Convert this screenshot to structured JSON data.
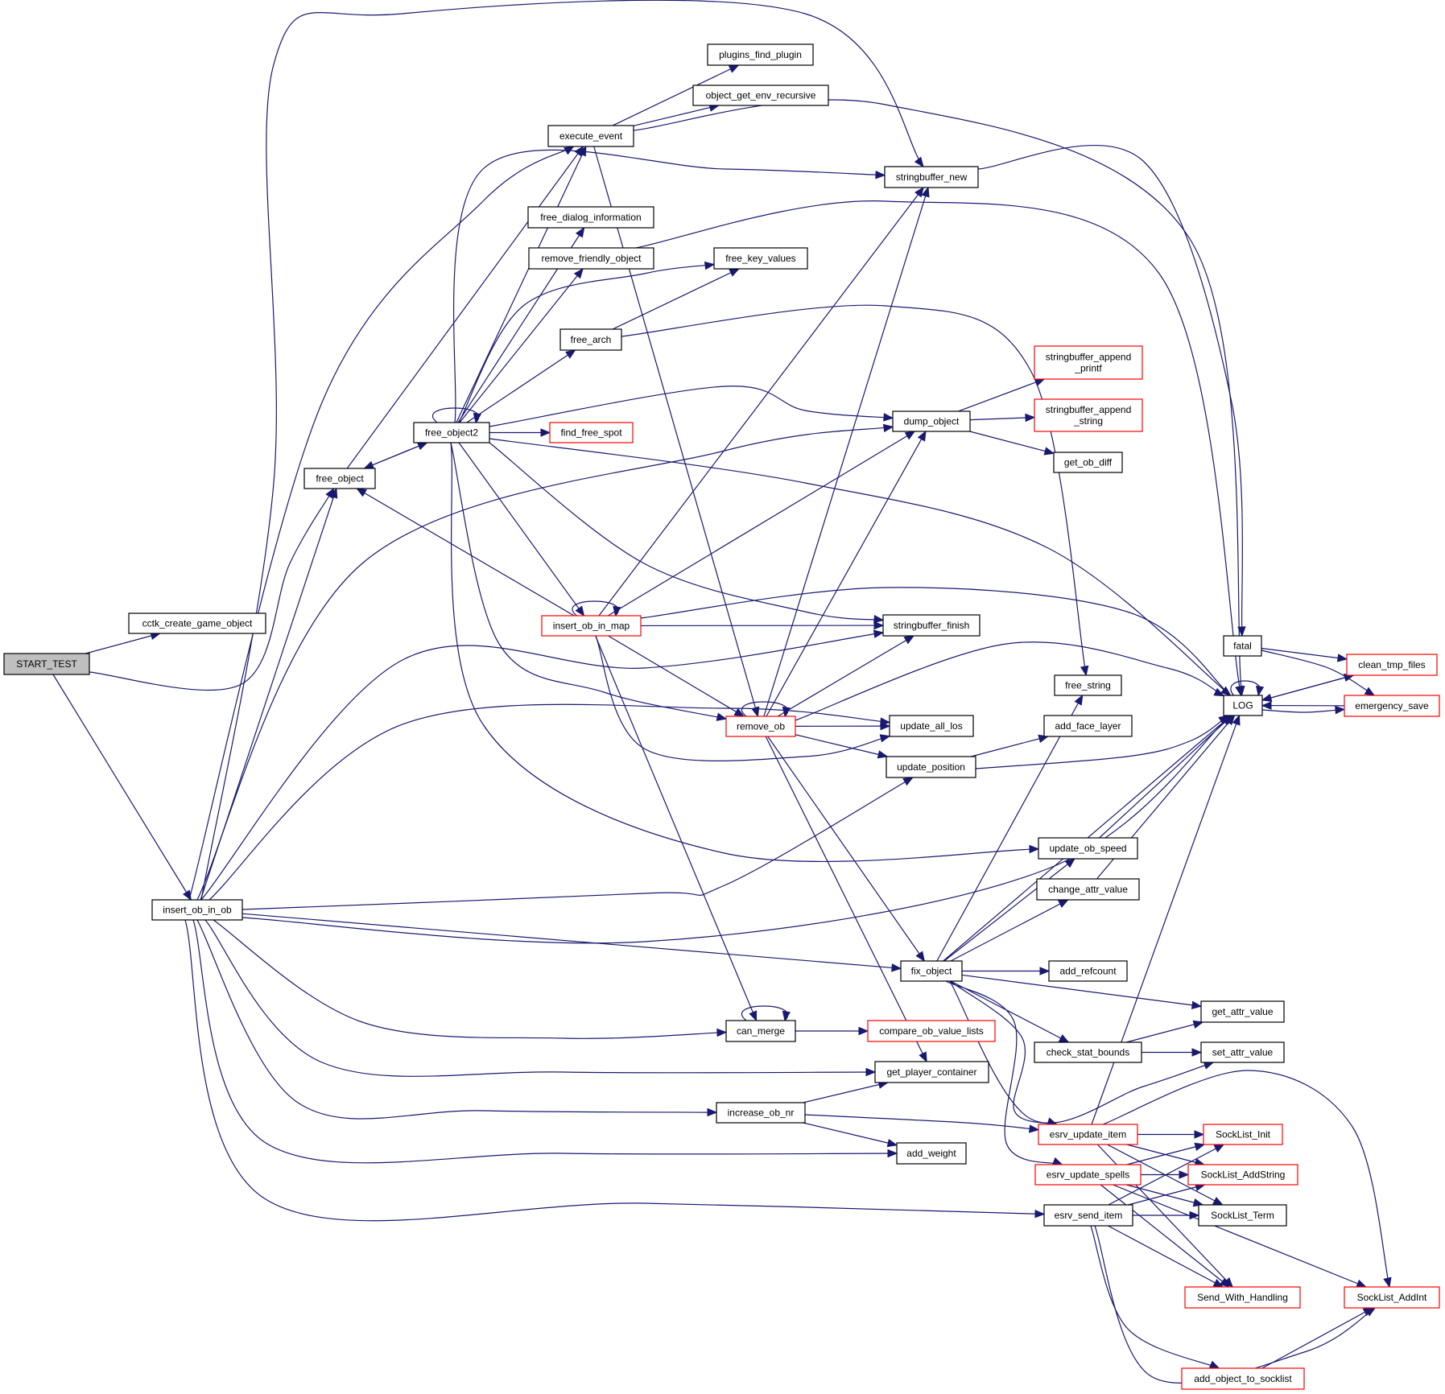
{
  "title": "Call graph of START_TEST",
  "colors": {
    "edge": "#191970",
    "root_fill": "#bfbfbf",
    "external_border": "#ff0000",
    "node_border": "#000000"
  },
  "nodes": [
    {
      "id": "START_TEST",
      "label": "START_TEST",
      "kind": "root"
    },
    {
      "id": "cctk_create_game_object",
      "label": "cctk_create_game_object",
      "kind": "normal"
    },
    {
      "id": "insert_ob_in_ob",
      "label": "insert_ob_in_ob",
      "kind": "normal"
    },
    {
      "id": "free_object",
      "label": "free_object",
      "kind": "normal"
    },
    {
      "id": "free_object2",
      "label": "free_object2",
      "kind": "normal"
    },
    {
      "id": "execute_event",
      "label": "execute_event",
      "kind": "normal"
    },
    {
      "id": "plugins_find_plugin",
      "label": "plugins_find_plugin",
      "kind": "normal"
    },
    {
      "id": "object_get_env_recursive",
      "label": "object_get_env_recursive",
      "kind": "normal"
    },
    {
      "id": "free_dialog_information",
      "label": "free_dialog_information",
      "kind": "normal"
    },
    {
      "id": "remove_friendly_object",
      "label": "remove_friendly_object",
      "kind": "normal"
    },
    {
      "id": "free_key_values",
      "label": "free_key_values",
      "kind": "normal"
    },
    {
      "id": "free_arch",
      "label": "free_arch",
      "kind": "normal"
    },
    {
      "id": "find_free_spot",
      "label": "find_free_spot",
      "kind": "external"
    },
    {
      "id": "insert_ob_in_map",
      "label": "insert_ob_in_map",
      "kind": "external"
    },
    {
      "id": "remove_ob",
      "label": "remove_ob",
      "kind": "external"
    },
    {
      "id": "can_merge",
      "label": "can_merge",
      "kind": "normal"
    },
    {
      "id": "compare_ob_value_lists",
      "label": "compare_ob_value_lists",
      "kind": "external"
    },
    {
      "id": "get_player_container",
      "label": "get_player_container",
      "kind": "normal"
    },
    {
      "id": "increase_ob_nr",
      "label": "increase_ob_nr",
      "kind": "normal"
    },
    {
      "id": "add_weight",
      "label": "add_weight",
      "kind": "normal"
    },
    {
      "id": "stringbuffer_new",
      "label": "stringbuffer_new",
      "kind": "normal"
    },
    {
      "id": "dump_object",
      "label": "dump_object",
      "kind": "normal"
    },
    {
      "id": "stringbuffer_finish",
      "label": "stringbuffer_finish",
      "kind": "normal"
    },
    {
      "id": "update_all_los",
      "label": "update_all_los",
      "kind": "normal"
    },
    {
      "id": "update_position",
      "label": "update_position",
      "kind": "normal"
    },
    {
      "id": "fix_object",
      "label": "fix_object",
      "kind": "normal"
    },
    {
      "id": "stringbuffer_append_printf",
      "label": "stringbuffer_append\n_printf",
      "kind": "external"
    },
    {
      "id": "stringbuffer_append_string",
      "label": "stringbuffer_append\n_string",
      "kind": "external"
    },
    {
      "id": "get_ob_diff",
      "label": "get_ob_diff",
      "kind": "normal"
    },
    {
      "id": "free_string",
      "label": "free_string",
      "kind": "normal"
    },
    {
      "id": "add_face_layer",
      "label": "add_face_layer",
      "kind": "normal"
    },
    {
      "id": "update_ob_speed",
      "label": "update_ob_speed",
      "kind": "normal"
    },
    {
      "id": "change_attr_value",
      "label": "change_attr_value",
      "kind": "normal"
    },
    {
      "id": "add_refcount",
      "label": "add_refcount",
      "kind": "normal"
    },
    {
      "id": "check_stat_bounds",
      "label": "check_stat_bounds",
      "kind": "normal"
    },
    {
      "id": "esrv_update_item",
      "label": "esrv_update_item",
      "kind": "external"
    },
    {
      "id": "esrv_update_spells",
      "label": "esrv_update_spells",
      "kind": "external"
    },
    {
      "id": "esrv_send_item",
      "label": "esrv_send_item",
      "kind": "normal"
    },
    {
      "id": "LOG",
      "label": "LOG",
      "kind": "normal"
    },
    {
      "id": "fatal",
      "label": "fatal",
      "kind": "normal"
    },
    {
      "id": "clean_tmp_files",
      "label": "clean_tmp_files",
      "kind": "external"
    },
    {
      "id": "emergency_save",
      "label": "emergency_save",
      "kind": "external"
    },
    {
      "id": "get_attr_value",
      "label": "get_attr_value",
      "kind": "normal"
    },
    {
      "id": "set_attr_value",
      "label": "set_attr_value",
      "kind": "normal"
    },
    {
      "id": "SockList_Init",
      "label": "SockList_Init",
      "kind": "external"
    },
    {
      "id": "SockList_AddString",
      "label": "SockList_AddString",
      "kind": "external"
    },
    {
      "id": "SockList_Term",
      "label": "SockList_Term",
      "kind": "normal"
    },
    {
      "id": "Send_With_Handling",
      "label": "Send_With_Handling",
      "kind": "external"
    },
    {
      "id": "SockList_AddInt",
      "label": "SockList_AddInt",
      "kind": "external"
    },
    {
      "id": "add_object_to_socklist",
      "label": "add_object_to_socklist",
      "kind": "external"
    }
  ],
  "edges": [
    [
      "START_TEST",
      "cctk_create_game_object"
    ],
    [
      "START_TEST",
      "free_object"
    ],
    [
      "START_TEST",
      "insert_ob_in_ob"
    ],
    [
      "free_object",
      "free_object2"
    ],
    [
      "free_object",
      "execute_event"
    ],
    [
      "free_object2",
      "free_object"
    ],
    [
      "free_object2",
      "free_object2"
    ],
    [
      "free_object2",
      "execute_event"
    ],
    [
      "free_object2",
      "stringbuffer_new"
    ],
    [
      "free_object2",
      "free_dialog_information"
    ],
    [
      "free_object2",
      "remove_friendly_object"
    ],
    [
      "free_object2",
      "free_key_values"
    ],
    [
      "free_object2",
      "free_arch"
    ],
    [
      "free_object2",
      "find_free_spot"
    ],
    [
      "free_object2",
      "dump_object"
    ],
    [
      "free_object2",
      "LOG"
    ],
    [
      "free_object2",
      "insert_ob_in_map"
    ],
    [
      "free_object2",
      "stringbuffer_finish"
    ],
    [
      "free_object2",
      "remove_ob"
    ],
    [
      "free_object2",
      "update_ob_speed"
    ],
    [
      "execute_event",
      "plugins_find_plugin"
    ],
    [
      "execute_event",
      "object_get_env_recursive"
    ],
    [
      "execute_event",
      "LOG"
    ],
    [
      "execute_event",
      "remove_ob"
    ],
    [
      "remove_friendly_object",
      "LOG"
    ],
    [
      "free_arch",
      "free_key_values"
    ],
    [
      "free_arch",
      "free_string"
    ],
    [
      "insert_ob_in_map",
      "free_object"
    ],
    [
      "insert_ob_in_map",
      "insert_ob_in_map"
    ],
    [
      "insert_ob_in_map",
      "stringbuffer_new"
    ],
    [
      "insert_ob_in_map",
      "dump_object"
    ],
    [
      "insert_ob_in_map",
      "LOG"
    ],
    [
      "insert_ob_in_map",
      "stringbuffer_finish"
    ],
    [
      "insert_ob_in_map",
      "remove_ob"
    ],
    [
      "insert_ob_in_map",
      "update_all_los"
    ],
    [
      "insert_ob_in_map",
      "can_merge"
    ],
    [
      "remove_ob",
      "remove_ob"
    ],
    [
      "remove_ob",
      "stringbuffer_new"
    ],
    [
      "remove_ob",
      "dump_object"
    ],
    [
      "remove_ob",
      "stringbuffer_finish"
    ],
    [
      "remove_ob",
      "LOG"
    ],
    [
      "remove_ob",
      "update_all_los"
    ],
    [
      "remove_ob",
      "update_position"
    ],
    [
      "remove_ob",
      "fix_object"
    ],
    [
      "remove_ob",
      "get_player_container"
    ],
    [
      "insert_ob_in_ob",
      "free_object"
    ],
    [
      "insert_ob_in_ob",
      "execute_event"
    ],
    [
      "insert_ob_in_ob",
      "stringbuffer_new"
    ],
    [
      "insert_ob_in_ob",
      "dump_object"
    ],
    [
      "insert_ob_in_ob",
      "stringbuffer_finish"
    ],
    [
      "insert_ob_in_ob",
      "update_all_los"
    ],
    [
      "insert_ob_in_ob",
      "update_position"
    ],
    [
      "insert_ob_in_ob",
      "LOG"
    ],
    [
      "insert_ob_in_ob",
      "fix_object"
    ],
    [
      "insert_ob_in_ob",
      "can_merge"
    ],
    [
      "insert_ob_in_ob",
      "get_player_container"
    ],
    [
      "insert_ob_in_ob",
      "increase_ob_nr"
    ],
    [
      "insert_ob_in_ob",
      "add_weight"
    ],
    [
      "insert_ob_in_ob",
      "esrv_send_item"
    ],
    [
      "can_merge",
      "can_merge"
    ],
    [
      "can_merge",
      "compare_ob_value_lists"
    ],
    [
      "increase_ob_nr",
      "get_player_container"
    ],
    [
      "increase_ob_nr",
      "add_weight"
    ],
    [
      "increase_ob_nr",
      "esrv_update_item"
    ],
    [
      "stringbuffer_new",
      "fatal"
    ],
    [
      "dump_object",
      "stringbuffer_append_printf"
    ],
    [
      "dump_object",
      "stringbuffer_append_string"
    ],
    [
      "dump_object",
      "get_ob_diff"
    ],
    [
      "update_position",
      "add_face_layer"
    ],
    [
      "update_position",
      "LOG"
    ],
    [
      "fix_object",
      "free_string"
    ],
    [
      "fix_object",
      "update_ob_speed"
    ],
    [
      "fix_object",
      "change_attr_value"
    ],
    [
      "fix_object",
      "LOG"
    ],
    [
      "fix_object",
      "add_refcount"
    ],
    [
      "fix_object",
      "get_attr_value"
    ],
    [
      "fix_object",
      "check_stat_bounds"
    ],
    [
      "fix_object",
      "set_attr_value"
    ],
    [
      "fix_object",
      "esrv_update_item"
    ],
    [
      "fix_object",
      "esrv_update_spells"
    ],
    [
      "update_ob_speed",
      "LOG"
    ],
    [
      "change_attr_value",
      "LOG"
    ],
    [
      "check_stat_bounds",
      "get_attr_value"
    ],
    [
      "check_stat_bounds",
      "set_attr_value"
    ],
    [
      "esrv_update_item",
      "LOG"
    ],
    [
      "esrv_update_item",
      "SockList_Init"
    ],
    [
      "esrv_update_item",
      "SockList_AddString"
    ],
    [
      "esrv_update_item",
      "SockList_Term"
    ],
    [
      "esrv_update_item",
      "Send_With_Handling"
    ],
    [
      "esrv_update_item",
      "SockList_AddInt"
    ],
    [
      "esrv_update_spells",
      "SockList_Init"
    ],
    [
      "esrv_update_spells",
      "SockList_AddString"
    ],
    [
      "esrv_update_spells",
      "SockList_Term"
    ],
    [
      "esrv_update_spells",
      "Send_With_Handling"
    ],
    [
      "esrv_update_spells",
      "SockList_AddInt"
    ],
    [
      "esrv_send_item",
      "SockList_Init"
    ],
    [
      "esrv_send_item",
      "SockList_AddString"
    ],
    [
      "esrv_send_item",
      "SockList_Term"
    ],
    [
      "esrv_send_item",
      "Send_With_Handling"
    ],
    [
      "esrv_send_item",
      "SockList_AddInt"
    ],
    [
      "esrv_send_item",
      "add_object_to_socklist"
    ],
    [
      "add_object_to_socklist",
      "SockList_AddInt"
    ],
    [
      "LOG",
      "LOG"
    ],
    [
      "LOG",
      "clean_tmp_files"
    ],
    [
      "LOG",
      "emergency_save"
    ],
    [
      "fatal",
      "clean_tmp_files"
    ],
    [
      "fatal",
      "emergency_save"
    ],
    [
      "clean_tmp_files",
      "LOG"
    ],
    [
      "emergency_save",
      "LOG"
    ]
  ]
}
